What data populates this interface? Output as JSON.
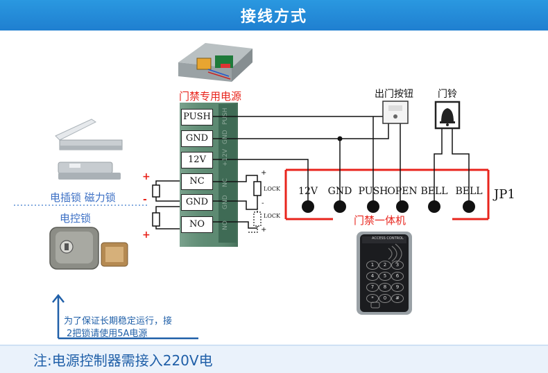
{
  "header": {
    "title": "接线方式"
  },
  "power_supply": {
    "caption": "门禁专用电源",
    "terminals": [
      {
        "key": "push",
        "label": "PUSH",
        "strip": "PUSH"
      },
      {
        "key": "gnd1",
        "label": "GND",
        "strip": "GND"
      },
      {
        "key": "v12",
        "label": "12V",
        "strip": "+12V"
      },
      {
        "key": "nc",
        "label": "NC",
        "strip": "NC"
      },
      {
        "key": "gnd2",
        "label": "GND",
        "strip": "GND"
      },
      {
        "key": "no",
        "label": "NO",
        "strip": "NO"
      }
    ]
  },
  "locks": {
    "electric_strike_mag_caption": "电插锁 磁力锁",
    "electric_control_caption": "电控锁",
    "lock_tag": "LOCK",
    "plus": "+",
    "minus": "-"
  },
  "exit_button": {
    "caption": "出门按钮"
  },
  "doorbell": {
    "caption": "门铃"
  },
  "controller": {
    "caption": "门禁一体机",
    "connector": "JP1",
    "pins": [
      "12V",
      "GND",
      "PUSH",
      "OPEN",
      "BELL",
      "BELL"
    ],
    "keypad_header": "ACCESS CONTROL",
    "keys": [
      "1",
      "2",
      "3",
      "4",
      "5",
      "6",
      "7",
      "8",
      "9",
      "*",
      "0",
      "#"
    ]
  },
  "warning_note": {
    "line1": "为了保证长期稳定运行，接",
    "line2": "2把锁请使用5A电源"
  },
  "footer": {
    "note": "注:电源控制器需接入220V电"
  },
  "colors": {
    "banner": "#1f88d8",
    "accent_red": "#e8241c",
    "caption_blue": "#3b6fc4",
    "terminal_green": "#4d7a63"
  }
}
